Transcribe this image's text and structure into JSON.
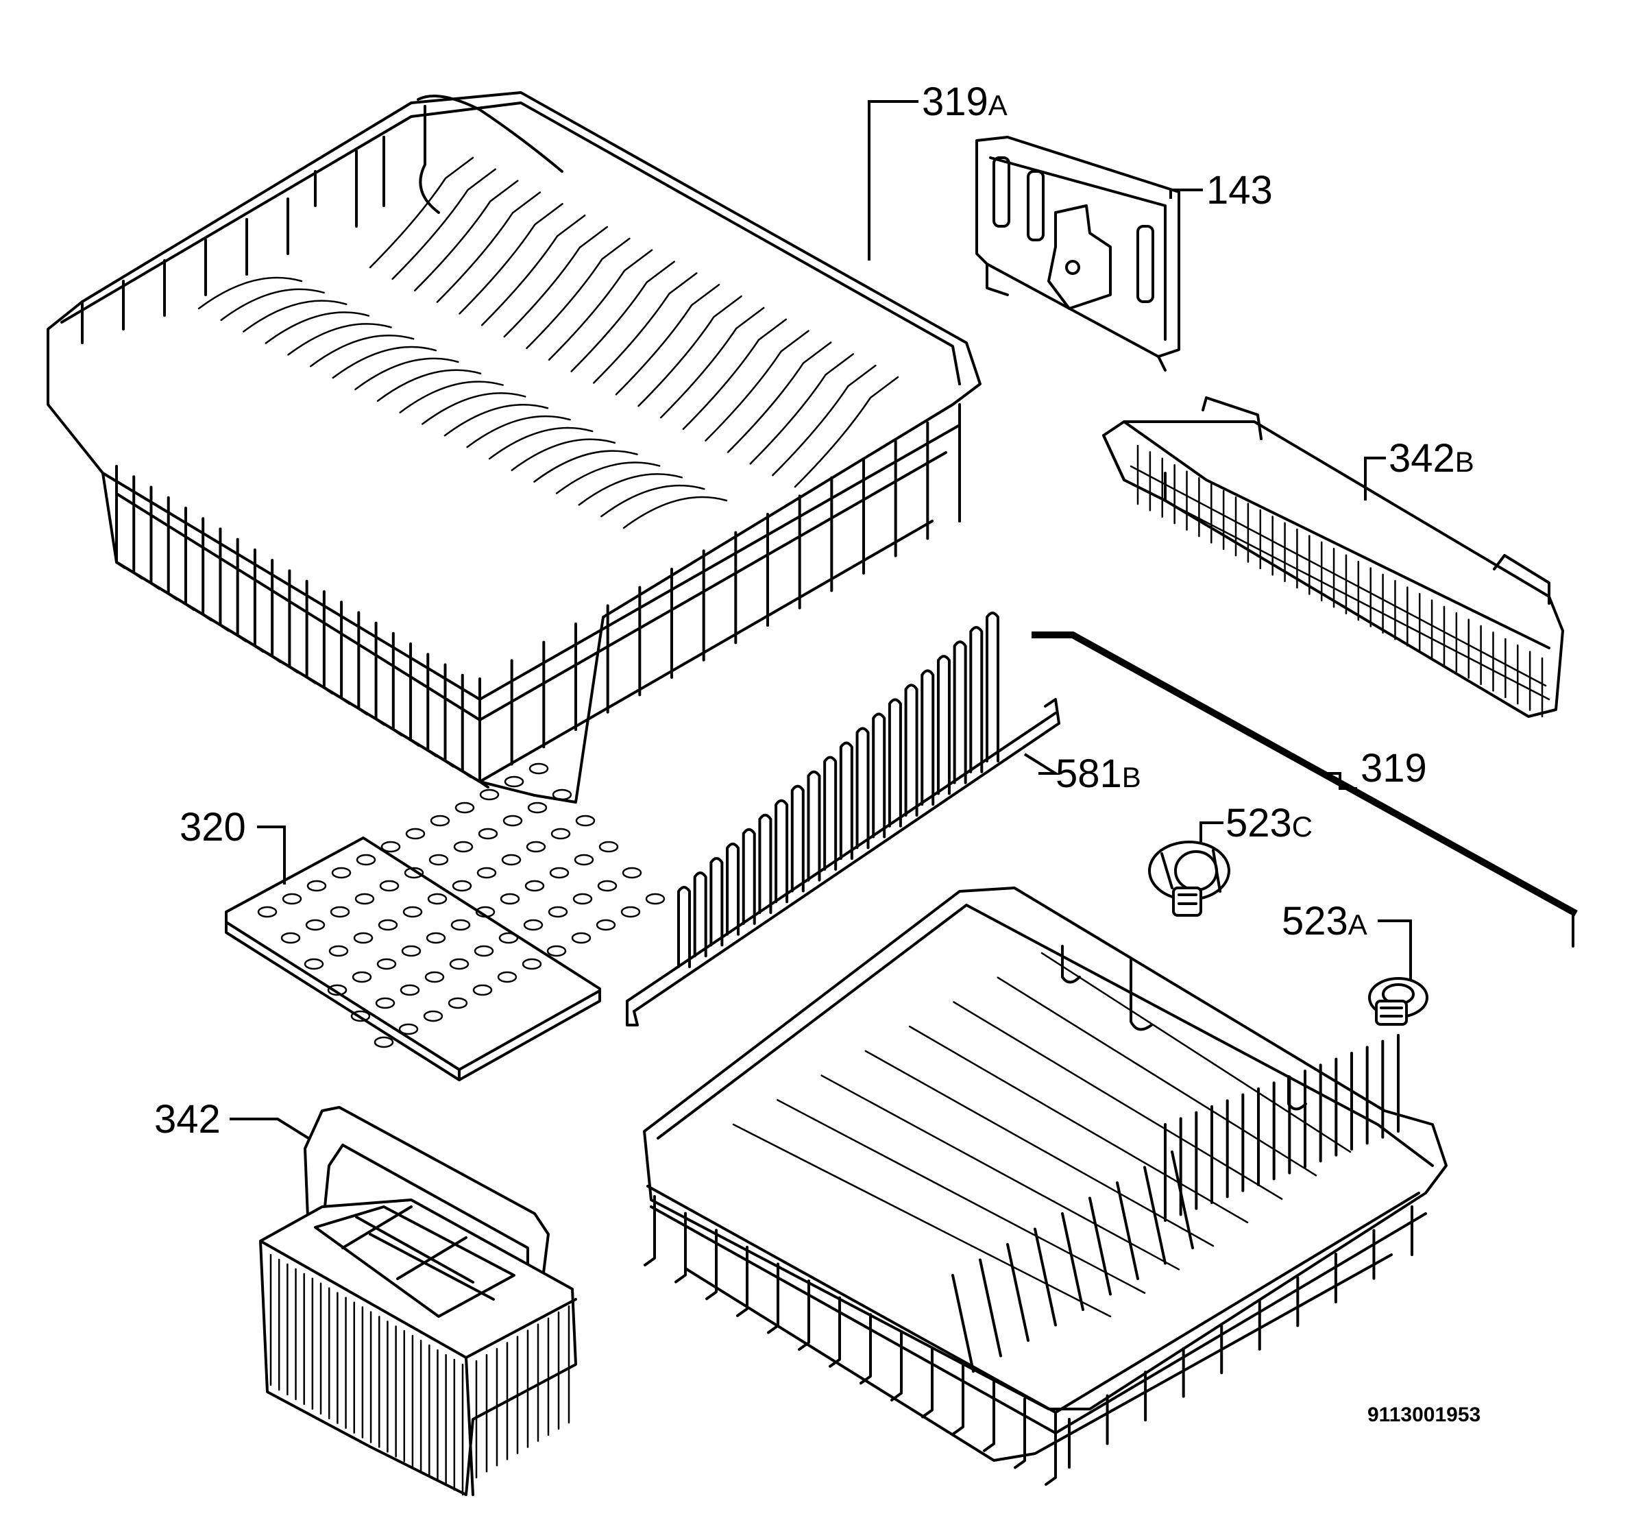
{
  "labels": {
    "p319a": {
      "num": "319",
      "sfx": "A"
    },
    "p143": {
      "num": "143",
      "sfx": ""
    },
    "p342b": {
      "num": "342",
      "sfx": "B"
    },
    "p319": {
      "num": "319",
      "sfx": ""
    },
    "p581b": {
      "num": "581",
      "sfx": "B"
    },
    "p320": {
      "num": "320",
      "sfx": ""
    },
    "p523c": {
      "num": "523",
      "sfx": "C"
    },
    "p523a": {
      "num": "523",
      "sfx": "A"
    },
    "p342": {
      "num": "342",
      "sfx": ""
    }
  },
  "diagram_code": "9113001953"
}
